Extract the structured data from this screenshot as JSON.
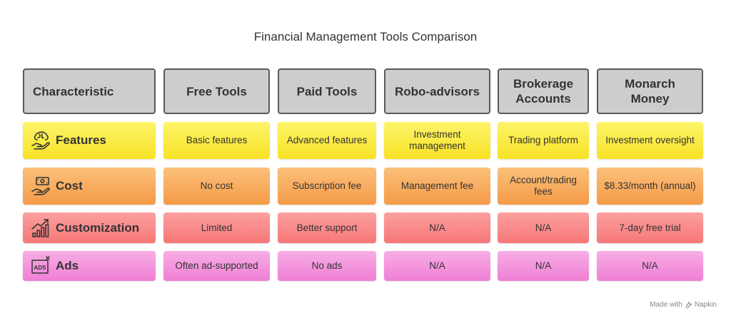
{
  "title": "Financial Management Tools Comparison",
  "columns": [
    "Characteristic",
    "Free Tools",
    "Paid Tools",
    "Robo-advisors",
    "Brokerage Accounts",
    "Monarch Money"
  ],
  "rows": [
    {
      "label": "Features",
      "icon": "brain-hand-icon",
      "cells": [
        "Basic features",
        "Advanced features",
        "Investment management",
        "Trading platform",
        "Investment oversight"
      ]
    },
    {
      "label": "Cost",
      "icon": "money-hand-icon",
      "cells": [
        "No cost",
        "Subscription fee",
        "Management fee",
        "Account/trading fees",
        "$8.33/month (annual)"
      ]
    },
    {
      "label": "Customization",
      "icon": "growth-chart-icon",
      "cells": [
        "Limited",
        "Better support",
        "N/A",
        "N/A",
        "7-day free trial"
      ]
    },
    {
      "label": "Ads",
      "icon": "ads-blocked-icon",
      "cells": [
        "Often ad-supported",
        "No ads",
        "N/A",
        "N/A",
        "N/A"
      ]
    }
  ],
  "row_colors": [
    "#f9e53a",
    "#f7a654",
    "#f88484",
    "#f28fda"
  ],
  "footer": {
    "made_with": "Made with",
    "brand": "Napkin"
  }
}
